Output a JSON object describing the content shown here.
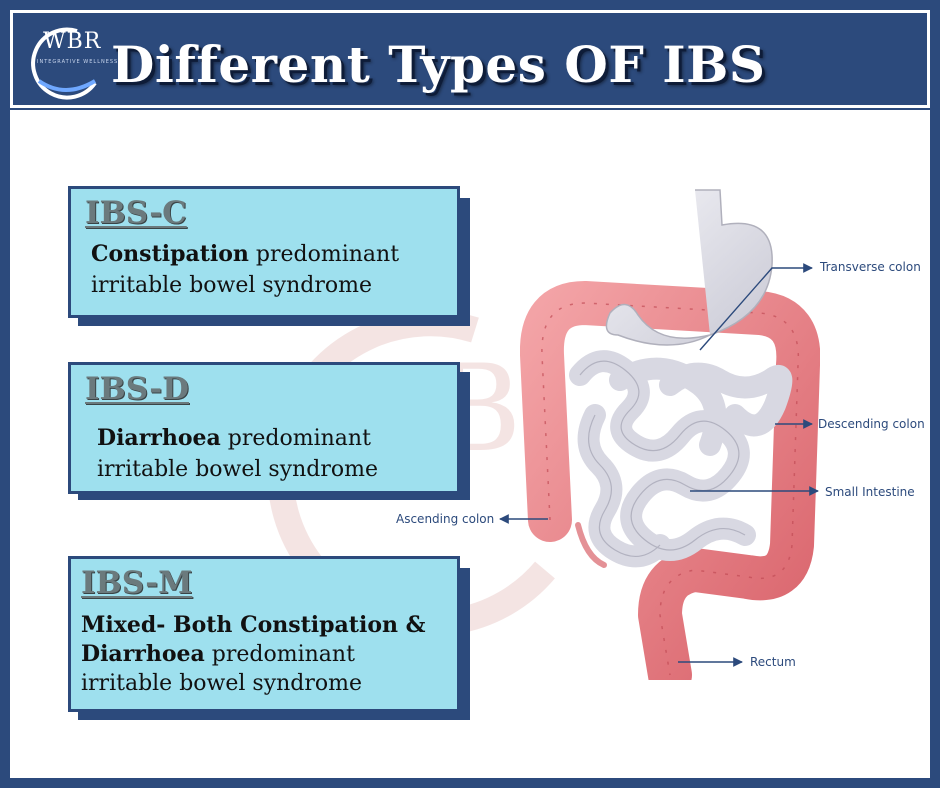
{
  "header": {
    "title": "Different Types OF IBS",
    "logo_text": "WBR",
    "logo_subtext": "INTEGRATIVE WELLNESS"
  },
  "cards": [
    {
      "title": "IBS-C",
      "bold": "Constipation",
      "rest": " predominant irritable bowel syndrome"
    },
    {
      "title": "IBS-D",
      "bold": "Diarrhoea",
      "rest": " predominant irritable bowel syndrome"
    },
    {
      "title": "IBS-M",
      "bold": "Mixed- Both Constipation & Diarrhoea",
      "rest": " predominant irritable bowel syndrome"
    }
  ],
  "diagram_labels": {
    "transverse_colon": "Transverse colon",
    "descending_colon": "Descending colon",
    "small_intestine": "Small Intestine",
    "ascending_colon": "Ascending colon",
    "rectum": "Rectum"
  },
  "colors": {
    "navy": "#2c4a7c",
    "card_fill": "#9ee0ee",
    "colon": "#e8848a",
    "intestine": "#e6e6ee"
  }
}
